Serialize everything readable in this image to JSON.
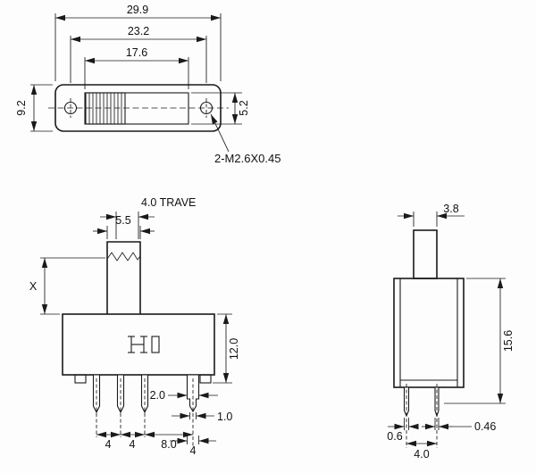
{
  "top_view": {
    "dim_overall_width": "29.9",
    "dim_hole_spacing": "23.2",
    "dim_slot_width": "17.6",
    "dim_body_height": "9.2",
    "dim_slot_height": "5.2",
    "thread_callout": "2-M2.6X0.45"
  },
  "front_view": {
    "travel_label": "4.0  TRAVE",
    "dim_knob_width": "5.5",
    "dim_shaft_height": "X",
    "dim_body_height": "12.0",
    "dim_terminal_width": "2.0",
    "dim_terminal_tip": "1.0",
    "dim_pin_pitch_1": "4",
    "dim_pin_pitch_2": "4",
    "dim_pin_span": "8.0",
    "dim_lug_width": "4"
  },
  "side_view": {
    "dim_knob_depth": "3.8",
    "dim_total_height": "15.6",
    "dim_pin_thickness_left": "0.6",
    "dim_pin_thickness_right": "0.46",
    "dim_row_pitch": "4.0"
  }
}
